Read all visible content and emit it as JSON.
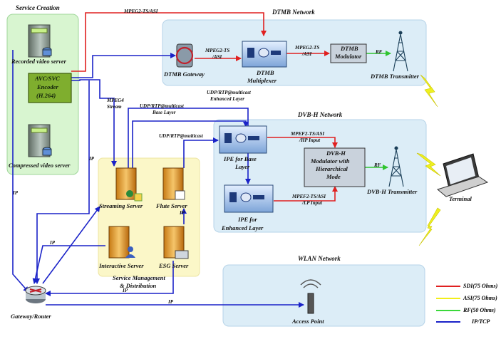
{
  "groups": {
    "service_creation": "Service Creation",
    "dtmb_network": "DTMB Network",
    "dvbh_network": "DVB-H Network",
    "wlan_network": "WLAN Network",
    "service_mgmt_line1": "Service Management",
    "service_mgmt_line2": "& Distribution"
  },
  "nodes": {
    "recorded_server": "Recorded video server",
    "encoder_l1": "AVC/SVC",
    "encoder_l2": "Encoder",
    "encoder_l3": "(H.264)",
    "compressed_server": "Compressed video server",
    "dtmb_gateway": "DTMB Gateway",
    "dtmb_mux_l1": "DTMB",
    "dtmb_mux_l2": "Multiplexer",
    "dtmb_modulator_l1": "DTMB",
    "dtmb_modulator_l2": "Modulator",
    "dtmb_transmitter": "DTMB Transmitter",
    "ipe_base_l1": "IPE for Base",
    "ipe_base_l2": "Layer",
    "ipe_enh_l1": "IPE for",
    "ipe_enh_l2": "Enhanced Layer",
    "dvbh_mod_l1": "DVB-H",
    "dvbh_mod_l2": "Modulator with",
    "dvbh_mod_l3": "Hierarchical",
    "dvbh_mod_l4": "Mode",
    "dvbh_transmitter": "DVB-H Transmitter",
    "terminal": "Terminal",
    "streaming_server": "Streaming Server",
    "flute_server": "Flute Server",
    "interactive_server": "Interactive Server",
    "esg_server": "ESG Server",
    "gateway_router": "Gateway/Router",
    "access_point": "Access Point"
  },
  "links": {
    "mpeg2_ts_asi_top": "MPEG2-TS/ASI",
    "gw_mux_l1": "MPEG2-TS",
    "gw_mux_l2": "/ASI",
    "mux_mod_l1": "MPEG2-TS",
    "mux_mod_l2": "/ASI",
    "rf_dtmb": "RF",
    "mpeg4_l1": "MPEG4",
    "mpeg4_l2": "Stream",
    "udp_enh_l1": "UDP/RTP@multicast",
    "udp_enh_l2": "Enhanced Layer",
    "udp_base_l1": "UDP/RTP@multicast",
    "udp_base_l2": "Base Layer",
    "udp_multicast": "UDP/RTP@multicast",
    "hp_l1": "MPEF2-TS/ASI",
    "hp_l2": "/HP Input",
    "lp_l1": "MPEF2-TS/ASI",
    "lp_l2": "/LP Input",
    "rf_dvbh": "RF",
    "ip_vertical_left": "IP",
    "ip_encoder": "IP",
    "ip_flute": "IP",
    "ip_interactive": "IP",
    "ip_esg": "IP",
    "ip_wlan": "IP"
  },
  "legend": [
    {
      "label": "SDI(75 Ohms)",
      "color": "#e02020"
    },
    {
      "label": "ASI(75 Ohms)",
      "color": "#f2ee1a"
    },
    {
      "label": "RF(50 Ohms)",
      "color": "#3ad83a"
    },
    {
      "label": "IP/TCP",
      "color": "#1a22c8"
    }
  ],
  "colors": {
    "service_creation_bg": "#d8f5d0",
    "network_bg": "#dcedf7",
    "mgmt_bg": "#fbf7c8",
    "encoder_fill": "#7fae2e",
    "ip_line": "#1a22c8",
    "sdi_line": "#e02020",
    "rf_line": "#3ad83a",
    "bolt": "#eef020"
  }
}
